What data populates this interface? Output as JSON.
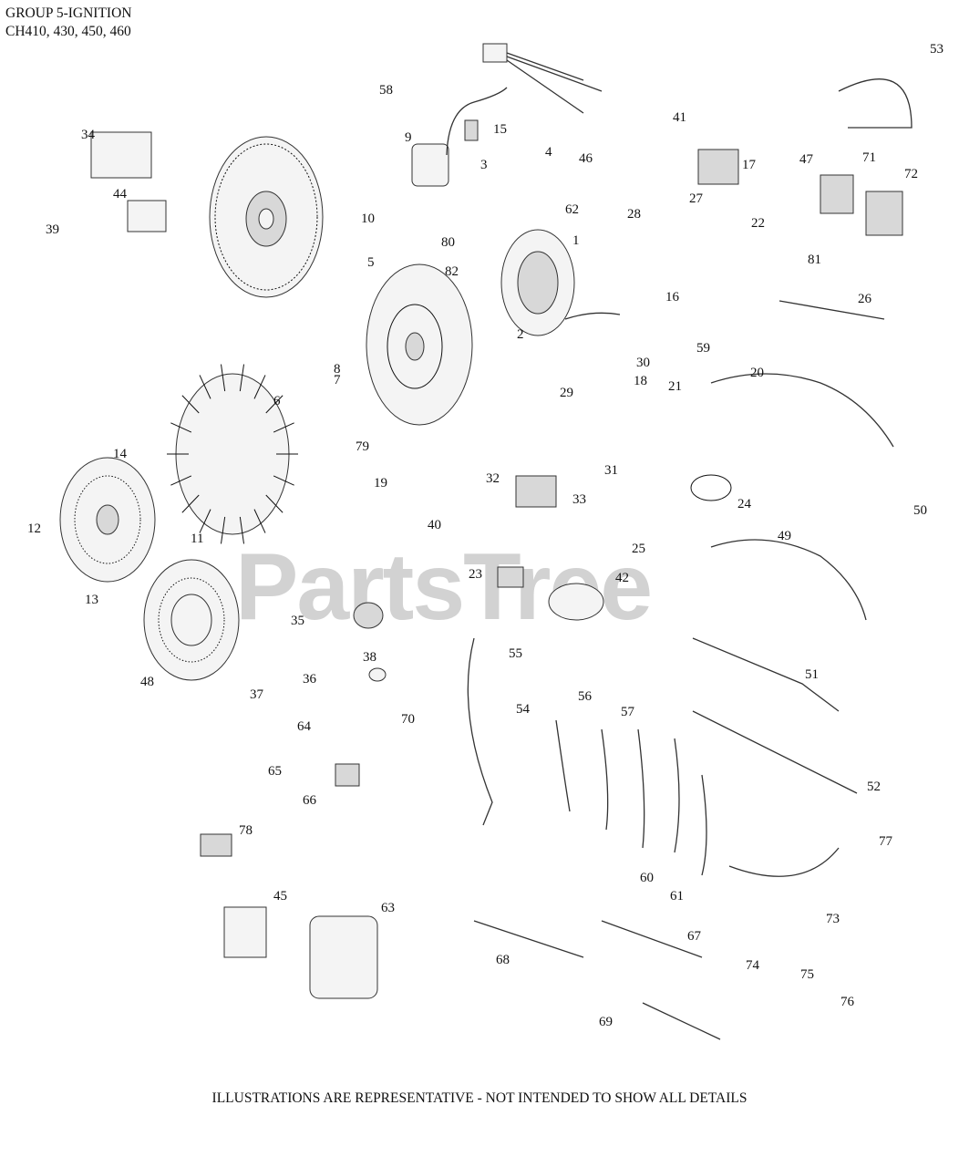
{
  "header": {
    "line1": "GROUP 5-IGNITION",
    "line2": "CH410, 430, 450, 460"
  },
  "watermark": "PartsTree",
  "footer": "ILLUSTRATIONS ARE REPRESENTATIVE - NOT INTENDED TO SHOW ALL DETAILS",
  "callouts": [
    "1",
    "2",
    "3",
    "4",
    "5",
    "6",
    "7",
    "8",
    "9",
    "10",
    "11",
    "12",
    "13",
    "14",
    "15",
    "16",
    "17",
    "18",
    "19",
    "20",
    "21",
    "22",
    "23",
    "24",
    "25",
    "26",
    "27",
    "28",
    "29",
    "30",
    "31",
    "32",
    "33",
    "34",
    "35",
    "36",
    "37",
    "38",
    "39",
    "40",
    "41",
    "42",
    "44",
    "45",
    "46",
    "47",
    "48",
    "49",
    "50",
    "51",
    "52",
    "53",
    "54",
    "55",
    "56",
    "57",
    "58",
    "59",
    "60",
    "61",
    "62",
    "63",
    "64",
    "65",
    "66",
    "67",
    "68",
    "69",
    "70",
    "71",
    "72",
    "73",
    "74",
    "75",
    "76",
    "77",
    "78",
    "79",
    "80",
    "81",
    "82"
  ]
}
